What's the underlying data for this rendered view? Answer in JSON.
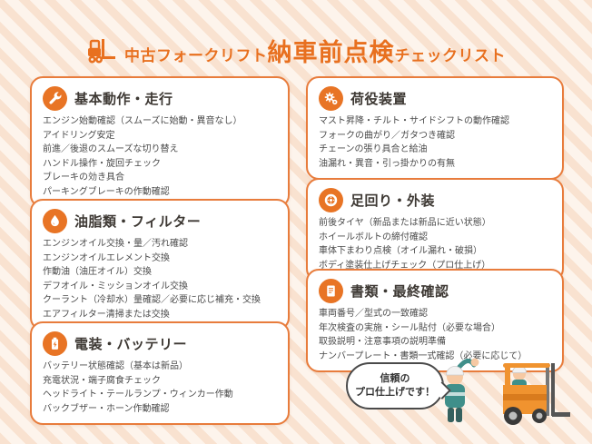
{
  "header": {
    "title_prefix": "中古フォークリフト",
    "title_main": "納車前点検",
    "title_suffix": "チェックリスト"
  },
  "colors": {
    "accent_orange": "#e87425",
    "border_orange": "#e87c3c",
    "stripe_peach": "#f9e2d0",
    "stripe_cream": "#fdf4ec",
    "text_dark": "#3d3833"
  },
  "cards": [
    {
      "title": "基本動作・走行",
      "icon": "wrench-icon",
      "items": [
        "エンジン始動確認（スムーズに始動・異音なし）",
        "アイドリング安定",
        "前進／後退のスムーズな切り替え",
        "ハンドル操作・旋回チェック",
        "ブレーキの効き具合",
        "パーキングブレーキの作動確認"
      ]
    },
    {
      "title": "油脂類・フィルター",
      "icon": "oil-drop-icon",
      "items": [
        "エンジンオイル交換・量／汚れ確認",
        "エンジンオイルエレメント交換",
        "作動油（油圧オイル）交換",
        "デフオイル・ミッションオイル交換",
        "クーラント（冷却水）量確認／必要に応じ補充・交換",
        "エアフィルター清掃または交換"
      ]
    },
    {
      "title": "電装・バッテリー",
      "icon": "battery-icon",
      "items": [
        "バッテリー状態確認（基本は新品）",
        "充電状況・端子腐食チェック",
        "ヘッドライト・テールランプ・ウィンカー作動",
        "バックブザー・ホーン作動確認"
      ]
    },
    {
      "title": "荷役装置",
      "icon": "gears-icon",
      "items": [
        "マスト昇降・チルト・サイドシフトの動作確認",
        "フォークの曲がり／ガタつき確認",
        "チェーンの張り具合と給油",
        "油漏れ・異音・引っ掛かりの有無"
      ]
    },
    {
      "title": "足回り・外装",
      "icon": "tire-icon",
      "items": [
        "前後タイヤ（新品または新品に近い状態）",
        "ホイールボルトの締付確認",
        "車体下まわり点検（オイル漏れ・破損）",
        "ボディ塗装仕上げチェック（プロ仕上げ）"
      ]
    },
    {
      "title": "書類・最終確認",
      "icon": "document-icon",
      "items": [
        "車両番号／型式の一致確認",
        "年次検査の実施・シール貼付（必要な場合）",
        "取扱説明・注意事項の説明準備",
        "ナンバープレート・書類一式確認（必要に応じて）"
      ]
    }
  ],
  "bubble": {
    "line1": "信頼の",
    "line2": "プロ仕上げです！"
  }
}
